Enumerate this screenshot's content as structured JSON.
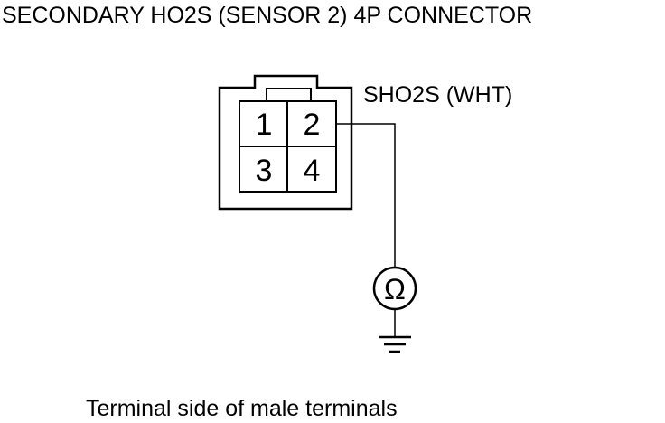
{
  "title": "SECONDARY HO2S (SENSOR 2) 4P CONNECTOR",
  "connector": {
    "label": "SHO2S (WHT)",
    "pins": [
      "1",
      "2",
      "3",
      "4"
    ],
    "probe_pin": "2"
  },
  "meter": {
    "symbol": "Ω",
    "icon": "ohmmeter-icon"
  },
  "ground": {
    "icon": "ground-icon"
  },
  "caption": "Terminal side of male terminals"
}
